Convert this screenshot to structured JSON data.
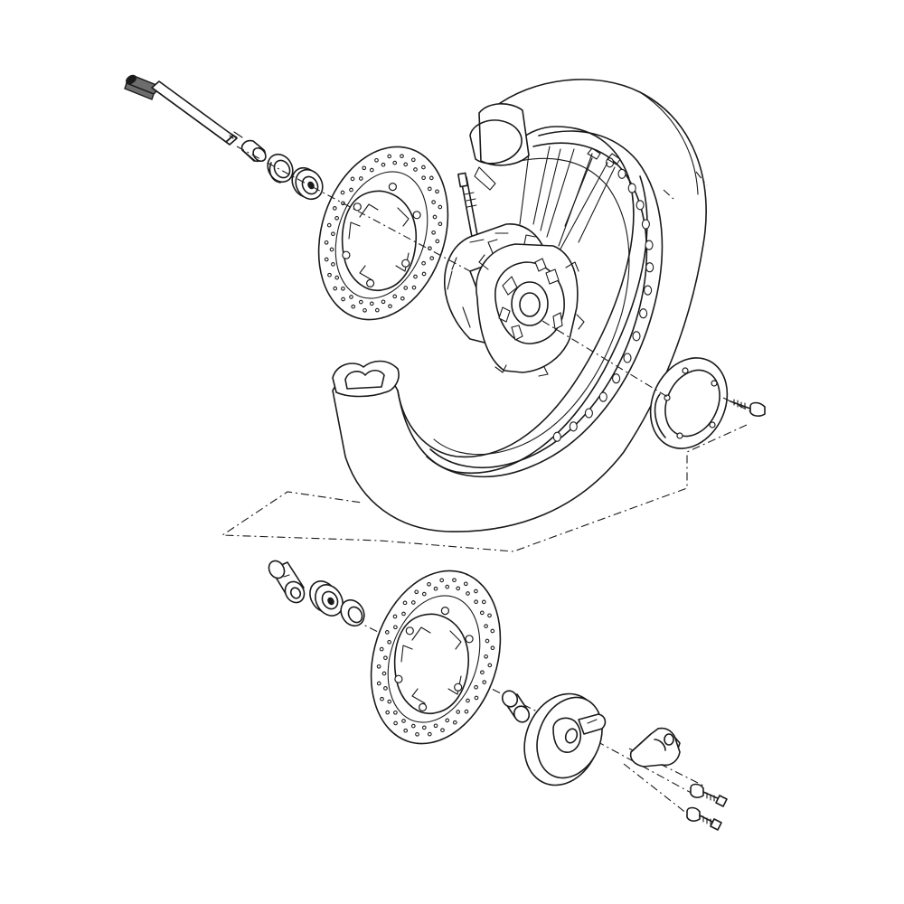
{
  "diagram": {
    "kind": "exploded-parts-view",
    "parts": [
      {
        "id": "front-axle",
        "icon": "axle-shaft-icon"
      },
      {
        "id": "spacer-upper",
        "icon": "spacer-icon"
      },
      {
        "id": "seal-upper",
        "icon": "oil-seal-icon"
      },
      {
        "id": "bearing-upper",
        "icon": "ball-bearing-icon"
      },
      {
        "id": "brake-disc-upper",
        "icon": "brake-disc-icon"
      },
      {
        "id": "tire-valve",
        "icon": "valve-stem-icon"
      },
      {
        "id": "wheel-hub",
        "icon": "wheel-hub-icon"
      },
      {
        "id": "spoked-rim",
        "icon": "spoked-rim-icon"
      },
      {
        "id": "tire",
        "icon": "tire-icon"
      },
      {
        "id": "rear-plate",
        "icon": "mounting-plate-icon"
      },
      {
        "id": "plate-screw",
        "icon": "screw-icon"
      },
      {
        "id": "bushing-lower",
        "icon": "bushing-icon"
      },
      {
        "id": "bearing-lower",
        "icon": "ball-bearing-icon"
      },
      {
        "id": "seal-lower",
        "icon": "oil-seal-icon"
      },
      {
        "id": "brake-disc-lower",
        "icon": "brake-disc-icon"
      },
      {
        "id": "distance-sleeve",
        "icon": "sleeve-icon"
      },
      {
        "id": "speedo-drive",
        "icon": "speedometer-drive-icon"
      },
      {
        "id": "drive-bracket",
        "icon": "bracket-icon"
      },
      {
        "id": "bracket-screws",
        "icon": "screw-icon"
      }
    ]
  }
}
